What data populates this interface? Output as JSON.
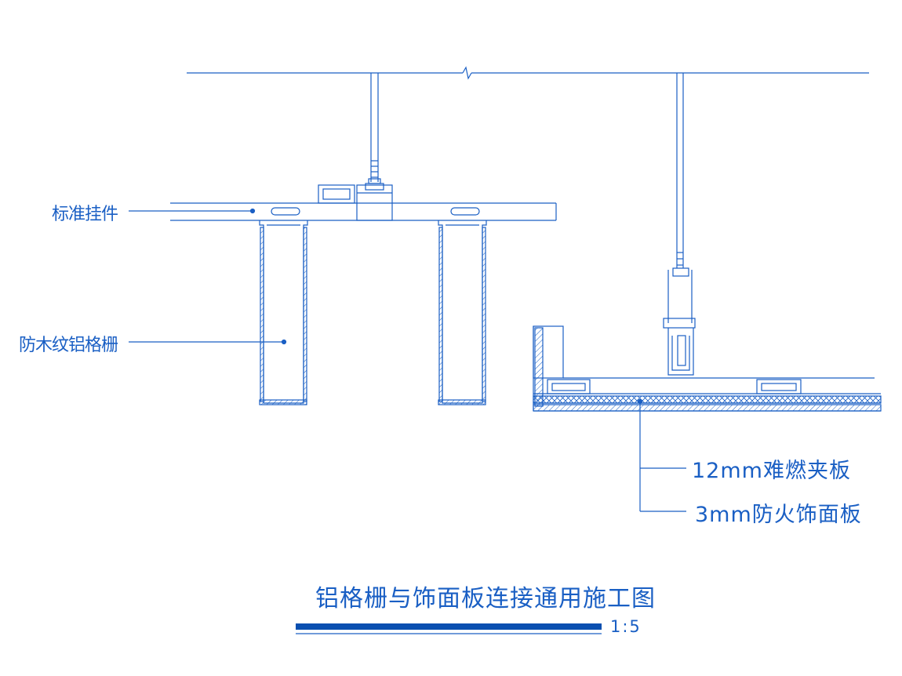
{
  "labels": {
    "standard_hanger": "标准挂件",
    "wood_grain_aluminum_grille": "防木纹铝格栅",
    "fire_retardant_board": "12mm难燃夹板",
    "fireproof_facing_panel": "3mm防火饰面板"
  },
  "title": {
    "text": "铝格栅与饰面板连接通用施工图",
    "scale": "1:5"
  },
  "colors": {
    "line": "#1a5fc4",
    "title_bar": "#0a4fb0",
    "background": "#ffffff"
  }
}
